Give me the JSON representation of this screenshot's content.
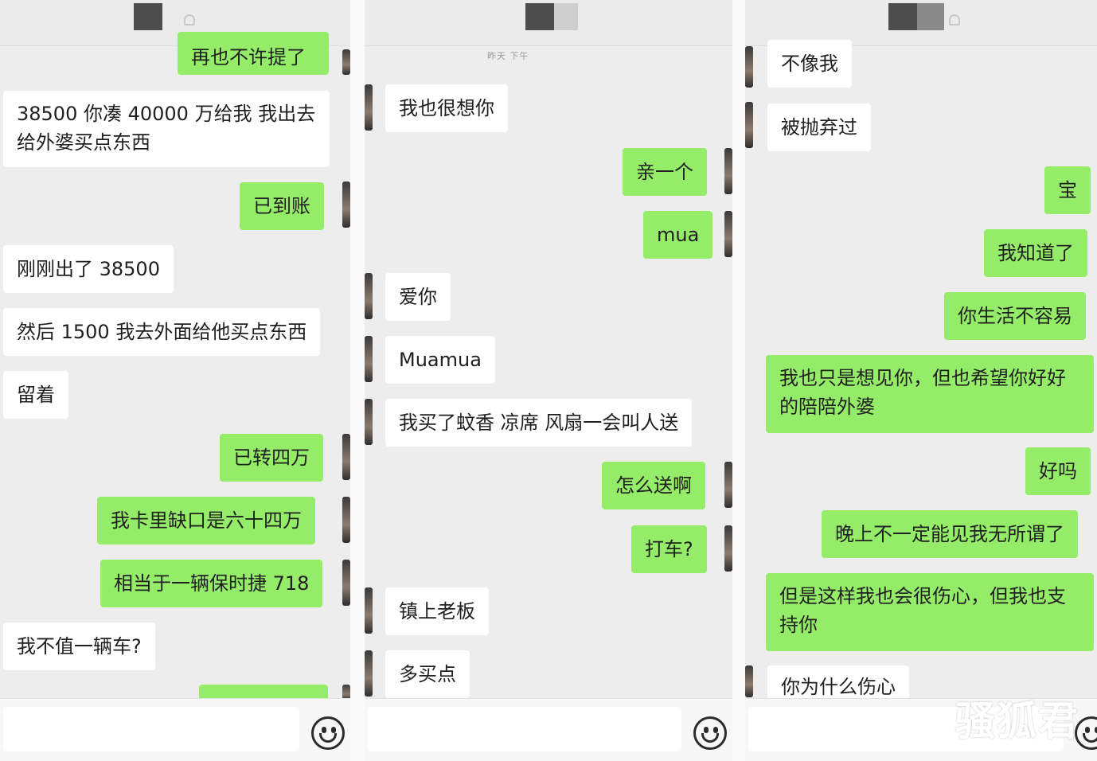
{
  "panel1": {
    "messages": [
      {
        "side": "out",
        "text": "再也不许提了"
      },
      {
        "side": "in",
        "text": "38500 你凑 40000 万给我 我出去给外婆买点东西"
      },
      {
        "side": "out",
        "text": "已到账"
      },
      {
        "side": "in",
        "text": "刚刚出了 38500"
      },
      {
        "side": "in",
        "text": "然后 1500 我去外面给他买点东西"
      },
      {
        "side": "in",
        "text": "留着"
      },
      {
        "side": "out",
        "text": "已转四万"
      },
      {
        "side": "out",
        "text": "我卡里缺口是六十四万"
      },
      {
        "side": "out",
        "text": "相当于一辆保时捷 718"
      },
      {
        "side": "in",
        "text": "我不值一辆车?"
      }
    ]
  },
  "panel2": {
    "subtitle": "昨天 下午",
    "messages": [
      {
        "side": "in",
        "text": "我也很想你"
      },
      {
        "side": "out",
        "text": "亲一个"
      },
      {
        "side": "out",
        "text": "mua"
      },
      {
        "side": "in",
        "text": "爱你"
      },
      {
        "side": "in",
        "text": "Muamua"
      },
      {
        "side": "in",
        "text": "我买了蚊香 凉席 风扇一会叫人送"
      },
      {
        "side": "out",
        "text": "怎么送啊"
      },
      {
        "side": "out",
        "text": "打车?"
      },
      {
        "side": "in",
        "text": "镇上老板"
      },
      {
        "side": "in",
        "text": "多买点"
      }
    ]
  },
  "panel3": {
    "messages": [
      {
        "side": "in",
        "text": "不像我"
      },
      {
        "side": "in",
        "text": "被抛弃过"
      },
      {
        "side": "out",
        "text": "宝"
      },
      {
        "side": "out",
        "text": "我知道了"
      },
      {
        "side": "out",
        "text": "你生活不容易"
      },
      {
        "side": "out",
        "text": "我也只是想见你，但也希望你好好的陪陪外婆"
      },
      {
        "side": "out",
        "text": "好吗"
      },
      {
        "side": "out",
        "text": "晚上不一定能见我无所谓了"
      },
      {
        "side": "out",
        "text": "但是这样我也会很伤心，但我也支持你"
      },
      {
        "side": "in",
        "text": "你为什么伤心"
      }
    ]
  },
  "icons": {
    "emoji": "emoji-icon",
    "mute": "mute-bell-icon"
  },
  "colors": {
    "outgoing": "#95ec69",
    "incoming": "#ffffff",
    "background": "#ededed"
  },
  "watermark": "骚狐君"
}
